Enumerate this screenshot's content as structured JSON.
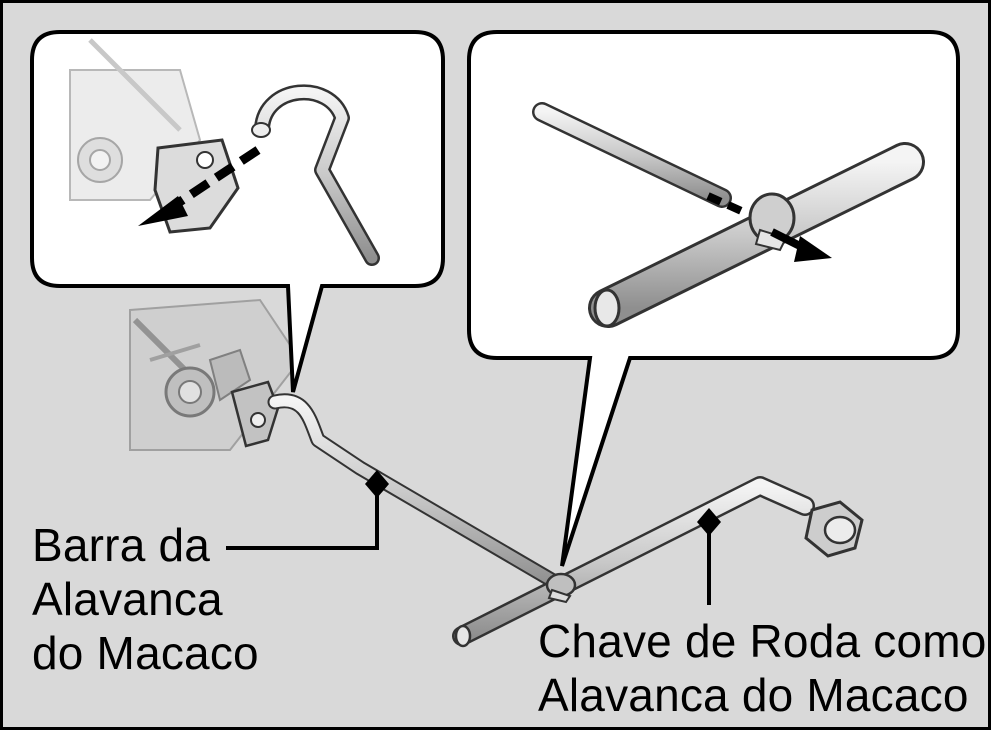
{
  "labels": {
    "jack_handle_bar": {
      "lines": [
        "Barra da",
        "Alavanca",
        "do Macaco"
      ]
    },
    "wheel_wrench": {
      "lines": [
        "Chave de Roda como",
        "Alavanca do Macaco"
      ]
    }
  },
  "colors": {
    "background": "#d9d9d9",
    "callout_fill": "#ffffff",
    "outline": "#000000",
    "metal": "#c7c7c7"
  },
  "icons": [
    "arrow-left-down-icon",
    "arrow-right-down-icon",
    "leader-diamond-icon"
  ]
}
